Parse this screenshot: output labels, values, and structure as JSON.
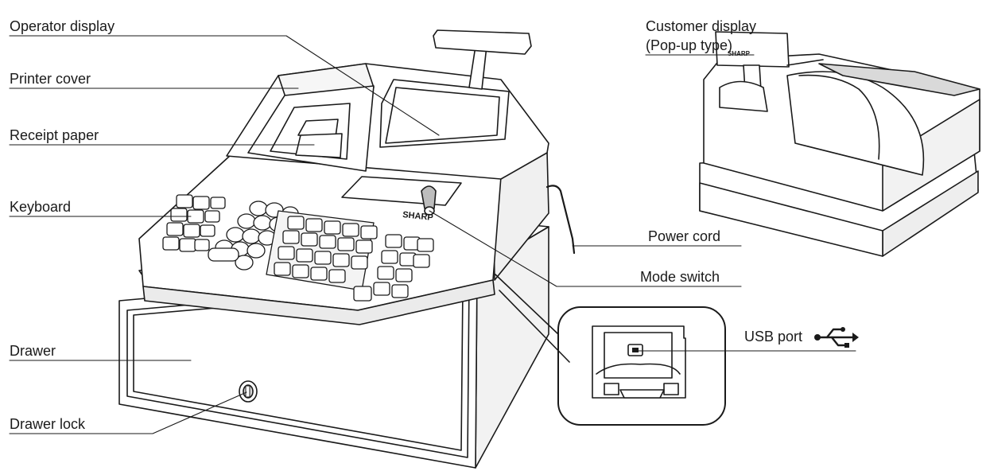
{
  "labels": {
    "operator_display": "Operator display",
    "printer_cover": "Printer cover",
    "receipt_paper": "Receipt paper",
    "keyboard": "Keyboard",
    "drawer": "Drawer",
    "drawer_lock": "Drawer lock",
    "customer_display_line1": "Customer display",
    "customer_display_line2": "(Pop-up type)",
    "power_cord": "Power cord",
    "mode_switch": "Mode switch",
    "usb_port": "USB port"
  },
  "brand": {
    "main_logo": "SHARP",
    "rear_logo": "SHARP"
  },
  "icons": {
    "usb": "usb-icon"
  },
  "colors": {
    "line": "#1a1a1a",
    "fill": "#ffffff",
    "shade": "#d9d9d9",
    "dark_shade": "#bdbdbd"
  }
}
